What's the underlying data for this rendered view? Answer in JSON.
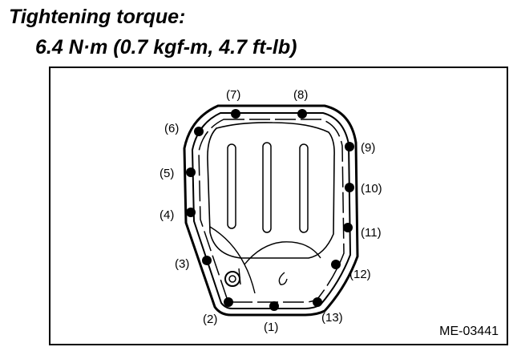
{
  "heading": {
    "title": "Tightening torque:",
    "torque_value": "6.4 N·m (0.7 kgf-m, 4.7 ft-lb)"
  },
  "figure": {
    "id": "ME-03441",
    "bolt_labels": [
      "(1)",
      "(2)",
      "(3)",
      "(4)",
      "(5)",
      "(6)",
      "(7)",
      "(8)",
      "(9)",
      "(10)",
      "(11)",
      "(12)",
      "(13)"
    ]
  }
}
